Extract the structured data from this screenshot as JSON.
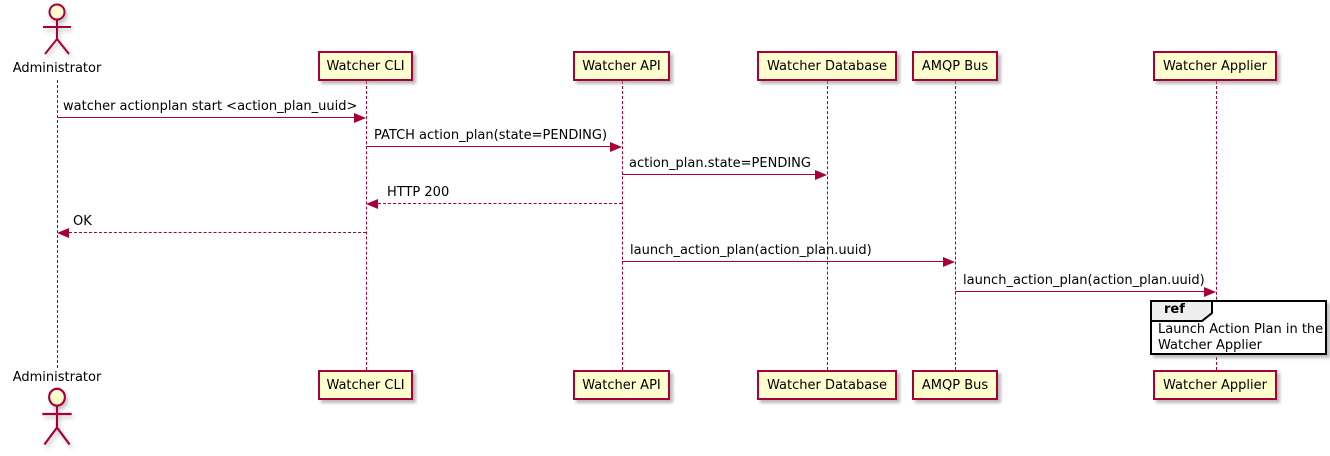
{
  "diagram_type": "uml-sequence",
  "colors": {
    "participant_fill": "#FEFECE",
    "participant_border": "#A80036",
    "arrow": "#A80036",
    "lifeline": "#A80036",
    "ref_tab_fill": "#EEEEEE",
    "ref_border": "#000000",
    "text": "#000000",
    "background": "#FFFFFF"
  },
  "participants": [
    {
      "id": "administrator",
      "label": "Administrator",
      "type": "actor"
    },
    {
      "id": "watcher-cli",
      "label": "Watcher CLI",
      "type": "participant"
    },
    {
      "id": "watcher-api",
      "label": "Watcher API",
      "type": "participant"
    },
    {
      "id": "watcher-database",
      "label": "Watcher Database",
      "type": "participant"
    },
    {
      "id": "amqp-bus",
      "label": "AMQP Bus",
      "type": "participant"
    },
    {
      "id": "watcher-applier",
      "label": "Watcher Applier",
      "type": "participant"
    }
  ],
  "messages": [
    {
      "from": "Administrator",
      "to": "Watcher CLI",
      "label": "watcher actionplan start <action_plan_uuid>",
      "line": "solid",
      "direction": "right"
    },
    {
      "from": "Watcher CLI",
      "to": "Watcher API",
      "label": "PATCH action_plan(state=PENDING)",
      "line": "solid",
      "direction": "right"
    },
    {
      "from": "Watcher API",
      "to": "Watcher Database",
      "label": "action_plan.state=PENDING",
      "line": "solid",
      "direction": "right"
    },
    {
      "from": "Watcher API",
      "to": "Watcher CLI",
      "label": "HTTP 200",
      "line": "dashed",
      "direction": "left"
    },
    {
      "from": "Watcher CLI",
      "to": "Administrator",
      "label": "OK",
      "line": "dashed",
      "direction": "left"
    },
    {
      "from": "Watcher API",
      "to": "AMQP Bus",
      "label": "launch_action_plan(action_plan.uuid)",
      "line": "solid",
      "direction": "right"
    },
    {
      "from": "AMQP Bus",
      "to": "Watcher Applier",
      "label": "launch_action_plan(action_plan.uuid)",
      "line": "solid",
      "direction": "right"
    }
  ],
  "ref": {
    "title": "ref",
    "lines": {
      "0": "Launch Action Plan in the",
      "1": "Watcher Applier"
    }
  }
}
